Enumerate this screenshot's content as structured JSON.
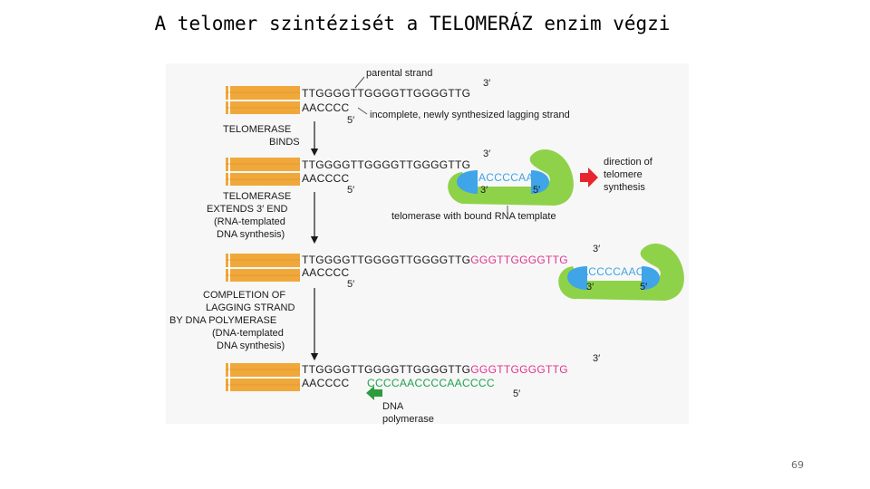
{
  "slide": {
    "title": "A telomer szintézisét a TELOMERÁZ enzim végzi",
    "page_number": "69"
  },
  "labels": {
    "parental_strand": "parental strand",
    "lagging_strand": "incomplete, newly synthesized lagging strand",
    "direction_1": "direction of",
    "direction_2": "telomere",
    "direction_3": "synthesis",
    "telomerase_template": "telomerase with bound RNA template",
    "dna_polymerase_1": "DNA",
    "dna_polymerase_2": "polymerase"
  },
  "steps": {
    "binds": [
      "TELOMERASE",
      "BINDS"
    ],
    "extends": [
      "TELOMERASE",
      "EXTENDS 3′ END",
      "(RNA-templated",
      "DNA synthesis)"
    ],
    "completion": [
      "COMPLETION OF",
      "LAGGING STRAND",
      "BY DNA POLYMERASE",
      "(DNA-templated",
      "DNA synthesis)"
    ]
  },
  "sequences": {
    "top_strand": "TTGGGGTTGGGGTTGGGGTTG",
    "bottom_strand": "AACCCC",
    "rna_template": "ACCCCAAC",
    "extension": "GGGTTGGGGTTG",
    "lagging_fill": "CCCCAACCCCAACCCC"
  },
  "ends": {
    "three_prime": "3′",
    "five_prime": "5′"
  },
  "colors": {
    "dna_bar": "#f0a83a",
    "dna_bar_line": "#ffffff",
    "enzyme": "#8ed24a",
    "rna_template": "#3fa4e8",
    "extension": "#e0368e",
    "lagging_fill": "#1fa24f",
    "direction_arrow": "#e8252f",
    "polymerase_arrow": "#2e9b3c"
  }
}
